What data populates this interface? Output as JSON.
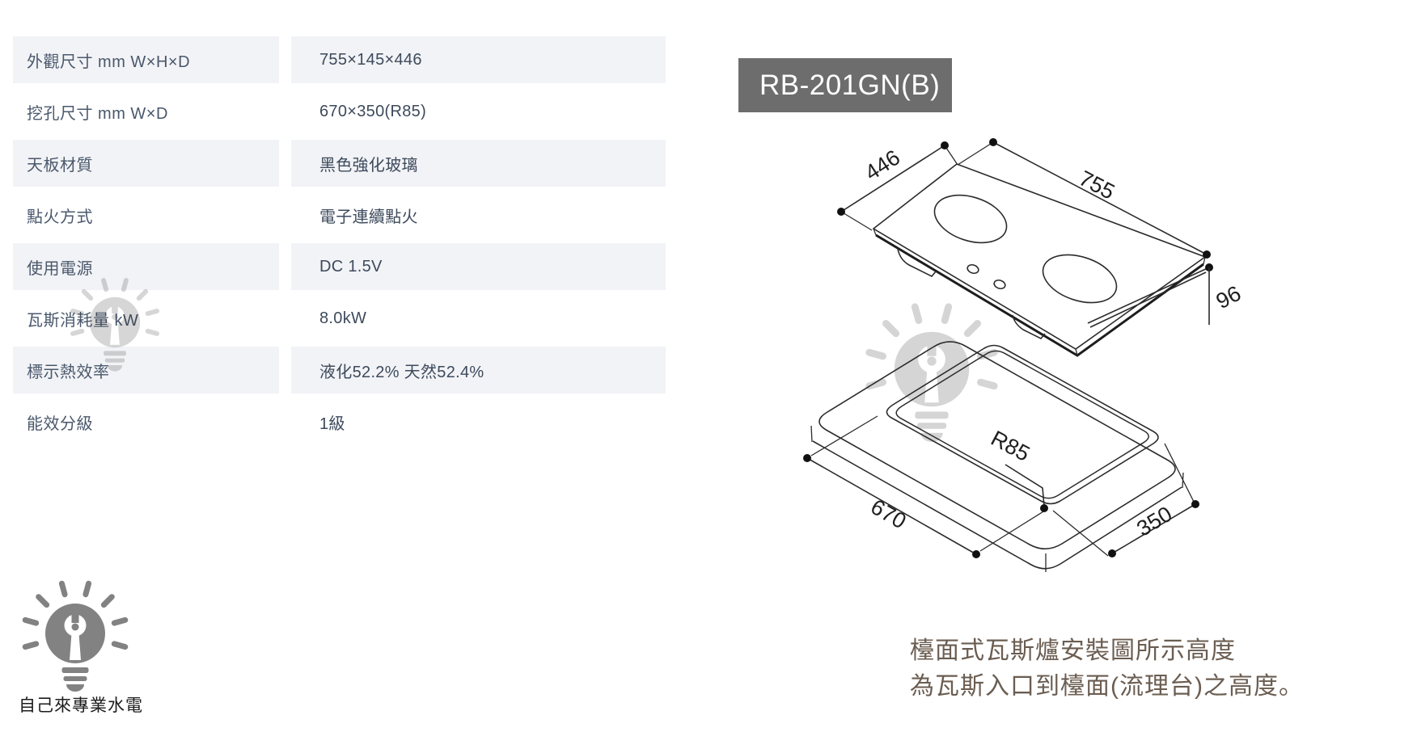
{
  "spec_table": {
    "stripe_color": "#f2f3f6",
    "text_color": "#4a586c",
    "rows": [
      {
        "label": "外觀尺寸 mm W×H×D",
        "value": "755×145×446"
      },
      {
        "label": "挖孔尺寸 mm W×D",
        "value": "670×350(R85)"
      },
      {
        "label": "天板材質",
        "value": "黑色強化玻璃"
      },
      {
        "label": "點火方式",
        "value": "電子連續點火"
      },
      {
        "label": "使用電源",
        "value": "DC 1.5V"
      },
      {
        "label": "瓦斯消耗量 kW",
        "value": "8.0kW"
      },
      {
        "label": "標示熱效率",
        "value": "液化52.2% 天然52.4%"
      },
      {
        "label": "能效分級",
        "value": "1級"
      }
    ]
  },
  "model_badge": {
    "label": "RB-201GN(B)",
    "bg": "#6d6d6d",
    "text_color": "#ffffff"
  },
  "diagram": {
    "dim_width": "755",
    "dim_depth": "446",
    "dim_inlet_height": "96",
    "dim_cutout_width": "670",
    "dim_cutout_depth": "350",
    "dim_corner_radius": "R85"
  },
  "note": {
    "line1": "檯面式瓦斯爐安裝圖所示高度",
    "line2": "為瓦斯入口到檯面(流理台)之高度。",
    "color": "#6b5d51"
  },
  "logo": {
    "caption": "自己來專業水電",
    "color": "#828282"
  },
  "watermark": {
    "icon": "lightbulb-wrench",
    "color": "#d6d6d6"
  }
}
